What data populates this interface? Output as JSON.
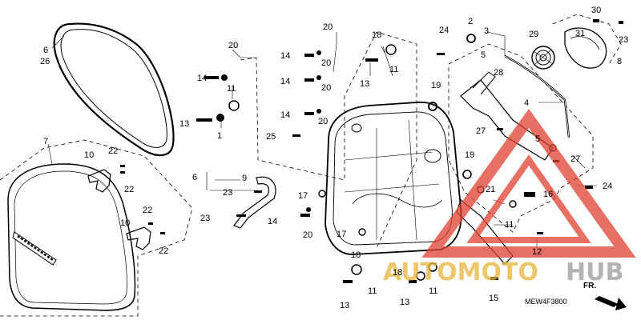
{
  "diagram": {
    "code": "MEW4F3800",
    "front_label": "FR.",
    "watermark": {
      "left": "AUTOMOTO",
      "right": "HUB"
    },
    "callouts": {
      "c1": "1",
      "c2": "2",
      "c3": "3",
      "c4": "4",
      "c5a": "5",
      "c5b": "5",
      "c6a": "6",
      "c26": "26",
      "c6b": "6",
      "c7": "7",
      "c8": "8",
      "c9": "9",
      "c10a": "10",
      "c10b": "10",
      "c11a": "11",
      "c11b": "11",
      "c11c": "11",
      "c11d": "11",
      "c12": "12",
      "c13a": "13",
      "c13b": "13",
      "c13c": "13",
      "c13d": "13",
      "c14a": "14",
      "c14b": "14",
      "c14c": "14",
      "c14d": "14",
      "c14e": "14",
      "c15": "15",
      "c16": "16",
      "c17a": "17",
      "c17b": "17",
      "c18a": "18",
      "c18b": "18",
      "c18c": "18",
      "c19a": "19",
      "c19b": "19",
      "c20a": "20",
      "c20b": "20",
      "c20c": "20",
      "c20d": "20",
      "c20e": "20",
      "c21": "21",
      "c22a": "22",
      "c22b": "22",
      "c22c": "22",
      "c22d": "22",
      "c23a": "23",
      "c23b": "23",
      "c23c": "23",
      "c24a": "24",
      "c24b": "24",
      "c25": "25",
      "c27a": "27",
      "c27b": "27",
      "c28": "28",
      "c29": "29",
      "c30": "30",
      "c31": "31"
    }
  },
  "colors": {
    "ink": "#000000",
    "watermark_red": "#e0402f",
    "watermark_gold": "#e8b23a",
    "watermark_gray": "#9a9a9a"
  }
}
